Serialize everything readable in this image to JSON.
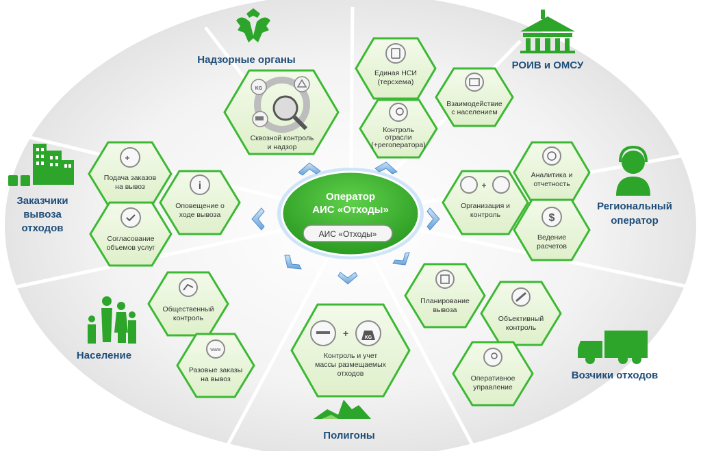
{
  "colors": {
    "hex_fill": "#eaf6d9",
    "hex_stroke": "#3cb833",
    "accent_green": "#2ca52a",
    "label_blue": "#1f4e79",
    "arrow_blue": "#9ec3e6"
  },
  "center": {
    "title_line1": "Оператор",
    "title_line2": "АИС «Отходы»",
    "badge": "АИС «Отходы»"
  },
  "groups": {
    "nadzor": "Надзорные органы",
    "roiv": "РОИВ и ОМСУ",
    "zakazchiki_1": "Заказчики",
    "zakazchiki_2": "вывоза",
    "zakazchiki_3": "отходов",
    "reg_operator_1": "Региональный",
    "reg_operator_2": "оператор",
    "naselenie": "Население",
    "vozchiki": "Возчики отходов",
    "poligony": "Полигоны"
  },
  "hexes": {
    "skvoznoy_1": "Сквозной контроль",
    "skvoznoy_2": "и надзор",
    "nsi_1": "Единая НСИ",
    "nsi_2": "(терсхема)",
    "vzaimo_1": "Взаимодействие",
    "vzaimo_2": "с населением",
    "kontrol_otrasli_1": "Контроль",
    "kontrol_otrasli_2": "отрасли",
    "kontrol_otrasli_3": "(+регоператора)",
    "podacha_1": "Подача заказов",
    "podacha_2": "на вывоз",
    "opoveshenie_1": "Оповещение о",
    "opoveshenie_2": "ходе вывоза",
    "soglasovanie_1": "Согласование",
    "soglasovanie_2": "объемов услуг",
    "analitika_1": "Аналитика и",
    "analitika_2": "отчетность",
    "organizaciya_1": "Организация и",
    "organizaciya_2": "контроль",
    "raschety_1": "Ведение",
    "raschety_2": "расчетов",
    "obshestv_1": "Общественный",
    "obshestv_2": "контроль",
    "razovye_1": "Разовые заказы",
    "razovye_2": "на вывоз",
    "kontrol_massy_1": "Контроль и учет",
    "kontrol_massy_2": "массы размещаемых",
    "kontrol_massy_3": "отходов",
    "planirovanie_1": "Планирование",
    "planirovanie_2": "вывоза",
    "obektivny_1": "Объективный",
    "obektivny_2": "контроль",
    "operativnoe_1": "Оперативное",
    "operativnoe_2": "управление"
  },
  "icon_text": {
    "kg": "KG",
    "www": "www",
    "dollar": "$",
    "info": "i",
    "plus": "+"
  }
}
